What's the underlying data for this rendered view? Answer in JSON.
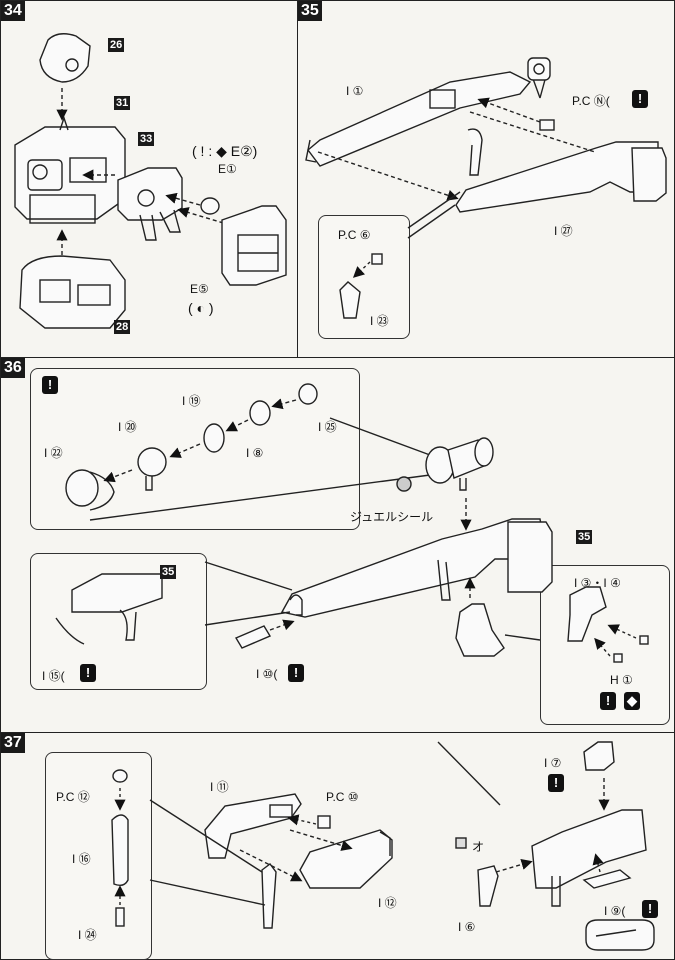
{
  "steps": {
    "s34": {
      "number": "34"
    },
    "s35": {
      "number": "35"
    },
    "s36": {
      "number": "36"
    },
    "s37": {
      "number": "37"
    }
  },
  "step34": {
    "part_26": "26",
    "part_31": "31",
    "part_33": "33",
    "part_28": "28",
    "note_top": "( ! : ◆ E②)",
    "label_e1": "E①",
    "label_e5": "E⑤",
    "note_e5": "( ◐ )"
  },
  "step35": {
    "label_i1": "I ①",
    "label_pcn": "P.C Ⓝ(",
    "label_i27": "I ㉗",
    "label_pc6": "P.C ⑥",
    "label_i23": "I ㉓"
  },
  "step36": {
    "label_i19": "I ⑲",
    "label_i20": "I ⑳",
    "label_i22": "I ㉒",
    "label_i8": "I ⑧",
    "label_i25": "I ㉕",
    "label_jewel": "ジュエルシール",
    "ref_35a": "35",
    "ref_35b": "35",
    "label_i15": "I ⑮(",
    "label_i10": "I ⑩(",
    "label_i3_4": "I ③・I ④",
    "label_h1": "H ①"
  },
  "step37": {
    "label_pc12": "P.C ⑫",
    "label_i16": "I ⑯",
    "label_i24": "I ㉔",
    "label_i11": "I ⑪",
    "label_pc10": "P.C ⑩",
    "label_i12": "I ⑫",
    "label_i7": "I ⑦",
    "label_o": "オ",
    "label_i6": "I ⑥",
    "label_i9": "I ⑨("
  },
  "icons": {
    "warning": "!",
    "cut": "◆"
  }
}
